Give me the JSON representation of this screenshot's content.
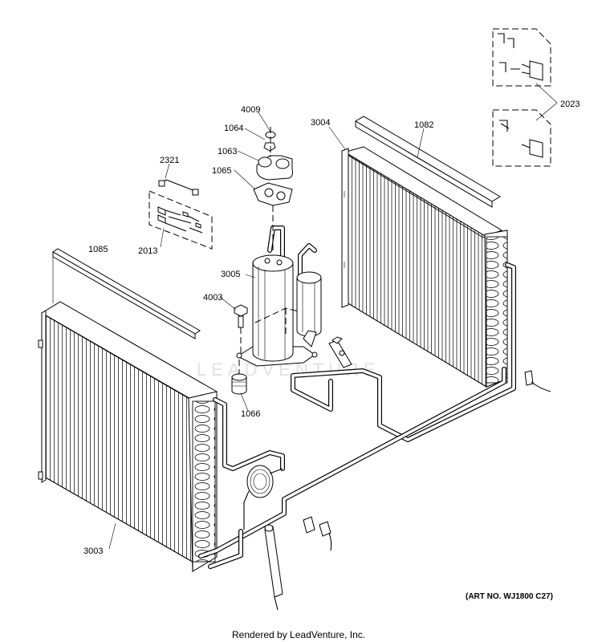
{
  "callouts": {
    "p4009": "4009",
    "p1064": "1064",
    "p1063": "1063",
    "p1065": "1065",
    "p2321": "2321",
    "p2013": "2013",
    "p3004": "3004",
    "p1082": "1082",
    "p2023": "2023",
    "p1085": "1085",
    "p3005": "3005",
    "p4003": "4003",
    "p1066": "1066",
    "p3003": "3003"
  },
  "art_number": "(ART NO. WJ1800 C27)",
  "footer_text": "Rendered by LeadVenture, Inc.",
  "watermark_text": "LEADVENTURE"
}
